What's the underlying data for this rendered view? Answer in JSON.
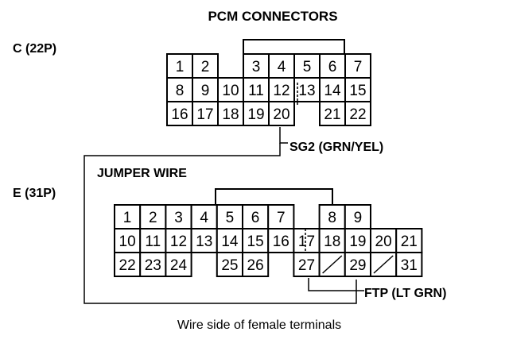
{
  "title": "PCM CONNECTORS",
  "connector_c": {
    "label": "C (22P)",
    "rows": [
      [
        "1",
        "2",
        "",
        "3",
        "4",
        "5",
        "6",
        "7"
      ],
      [
        "8",
        "9",
        "10",
        "11",
        "12",
        "13",
        "14",
        "15"
      ],
      [
        "16",
        "17",
        "18",
        "19",
        "20",
        "",
        "21",
        "22"
      ]
    ],
    "wire_label": "SG2 (GRN/YEL)"
  },
  "connector_e": {
    "label": "E (31P)",
    "rows": [
      [
        "1",
        "2",
        "3",
        "4",
        "5",
        "6",
        "7",
        "",
        "8",
        "9"
      ],
      [
        "10",
        "11",
        "12",
        "13",
        "14",
        "15",
        "16",
        "17",
        "18",
        "19",
        "20",
        "21"
      ],
      [
        "22",
        "23",
        "24",
        "",
        "25",
        "26",
        "",
        "27",
        "/",
        "29",
        "/",
        "31"
      ]
    ],
    "wire_label": "FTP (LT GRN)"
  },
  "jumper_label": "JUMPER WIRE",
  "caption": "Wire side of female terminals"
}
